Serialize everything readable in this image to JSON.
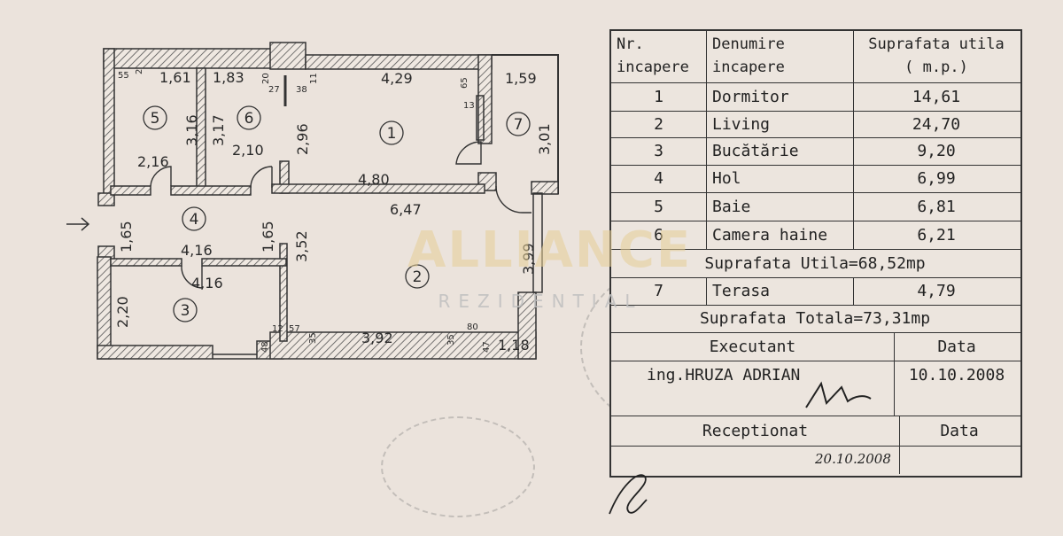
{
  "plan": {
    "rooms": [
      {
        "id": "1",
        "area_label": "1"
      },
      {
        "id": "2",
        "area_label": "2"
      },
      {
        "id": "3",
        "area_label": "3"
      },
      {
        "id": "4",
        "area_label": "4"
      },
      {
        "id": "5",
        "area_label": "5"
      },
      {
        "id": "6",
        "area_label": "6"
      },
      {
        "id": "7",
        "area_label": "7"
      }
    ],
    "dimensions": {
      "d_1_61": "1,61",
      "d_1_83": "1,83",
      "d_4_29": "4,29",
      "d_1_59": "1,59",
      "d_3_16": "3,16",
      "d_3_17": "3,17",
      "d_2_96": "2,96",
      "d_3_01": "3,01",
      "d_2_16": "2,16",
      "d_2_10": "2,10",
      "d_4_80": "4,80",
      "d_6_47": "6,47",
      "d_1_65a": "1,65",
      "d_1_65b": "1,65",
      "d_3_52": "3,52",
      "d_3_99": "3,99",
      "d_4_16a": "4,16",
      "d_4_16b": "4,16",
      "d_2_20": "2,20",
      "d_3_92": "3,92",
      "d_1_18": "1,18",
      "s55": "55",
      "s2": "2",
      "s20": "20",
      "s27": "27",
      "s38": "38",
      "s11": "11",
      "s65": "65",
      "s13": "13",
      "s12": "12",
      "s57": "57",
      "s48": "48",
      "s35a": "35",
      "s35b": "35",
      "s80": "80",
      "s47": "47"
    }
  },
  "table": {
    "headers": {
      "nr": "Nr.\nincapere",
      "name": "Denumire\nincapere",
      "area": "Suprafata utila\n( m.p.)"
    },
    "rows": [
      {
        "nr": "1",
        "name": "Dormitor",
        "area": "14,61"
      },
      {
        "nr": "2",
        "name": "Living",
        "area": "24,70"
      },
      {
        "nr": "3",
        "name": "Bucătărie",
        "area": "9,20"
      },
      {
        "nr": "4",
        "name": "Hol",
        "area": "6,99"
      },
      {
        "nr": "5",
        "name": "Baie",
        "area": "6,81"
      },
      {
        "nr": "6",
        "name": "Camera haine",
        "area": "6,21"
      }
    ],
    "useful_total": "Suprafata Utila=68,52mp",
    "terrace": {
      "nr": "7",
      "name": "Terasa",
      "area": "4,79"
    },
    "grand_total": "Suprafata Totala=73,31mp",
    "executant_label": "Executant",
    "date_label": "Data",
    "executant_name": "ing.HRUZA ADRIAN",
    "executant_date": "10.10.2008",
    "received_label": "Receptionat",
    "received_date_label": "Data",
    "received_date": "20.10.2008"
  },
  "watermark": {
    "title": "ALLIANCE",
    "subtitle": "REZIDENTIAL"
  }
}
